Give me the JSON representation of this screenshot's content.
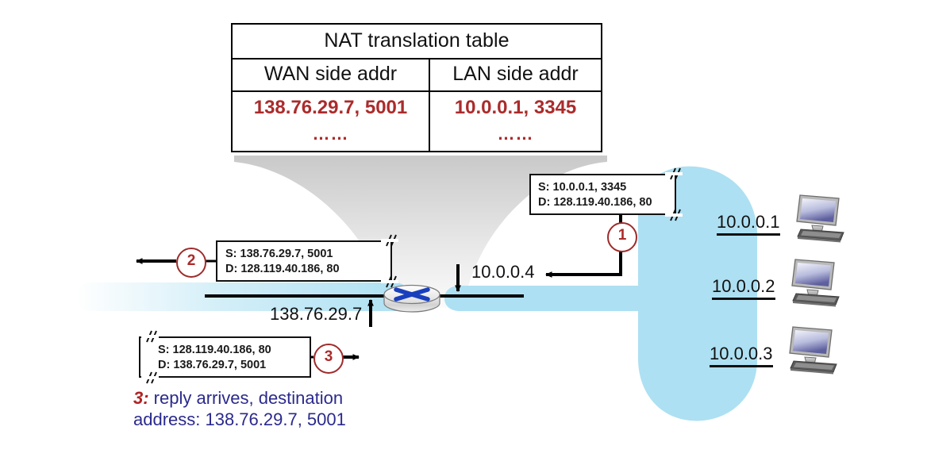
{
  "nat_table": {
    "title": "NAT translation table",
    "headers": [
      "WAN side addr",
      "LAN side addr"
    ],
    "rows": [
      [
        "138.76.29.7, 5001",
        "10.0.0.1, 3345"
      ],
      [
        "……",
        "……"
      ]
    ],
    "value_color": "#ab2b2b"
  },
  "packets": {
    "p1": {
      "step": "1",
      "src": "S: 10.0.0.1, 3345",
      "dst": "D: 128.119.40.186, 80"
    },
    "p2": {
      "step": "2",
      "src": "S: 138.76.29.7, 5001",
      "dst": "D: 128.119.40.186, 80"
    },
    "p3": {
      "step": "3",
      "src": "S: 128.119.40.186, 80",
      "dst": "D: 138.76.29.7, 5001"
    }
  },
  "router": {
    "wan_address": "138.76.29.7",
    "lan_address": "10.0.0.4",
    "icon": "router-icon"
  },
  "hosts": [
    {
      "address": "10.0.0.1",
      "icon": "desktop-computer-icon"
    },
    {
      "address": "10.0.0.2",
      "icon": "desktop-computer-icon"
    },
    {
      "address": "10.0.0.3",
      "icon": "desktop-computer-icon"
    }
  ],
  "caption": {
    "step": "3:",
    "line1": " reply arrives, destination",
    "line2": "address: 138.76.29.7, 5001"
  },
  "colors": {
    "lan_cloud": "#ade0f2",
    "accent_red": "#ab2b2b",
    "caption_blue": "#2b2a8c",
    "funnel_gray": "#dcdcdc",
    "router_blue": "#1a3fbd"
  }
}
